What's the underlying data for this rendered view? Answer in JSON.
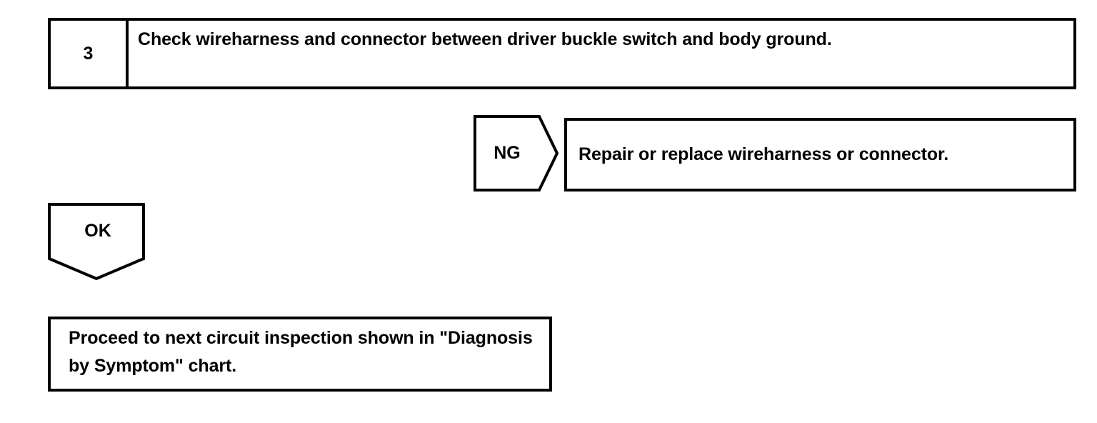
{
  "page": {
    "background_color": "#ffffff",
    "line_color": "#000000",
    "text_color": "#000000"
  },
  "flowchart": {
    "step": {
      "number": "3",
      "instruction": "Check wireharness and connector between driver buckle switch and body ground."
    },
    "branches": [
      {
        "result_label": "NG",
        "shape": "pentagon-right",
        "action": "Repair or replace wireharness or connector."
      },
      {
        "result_label": "OK",
        "shape": "pentagon-down",
        "action": "Proceed to next circuit inspection shown in \"Diagnosis by Symptom\" chart."
      }
    ]
  }
}
